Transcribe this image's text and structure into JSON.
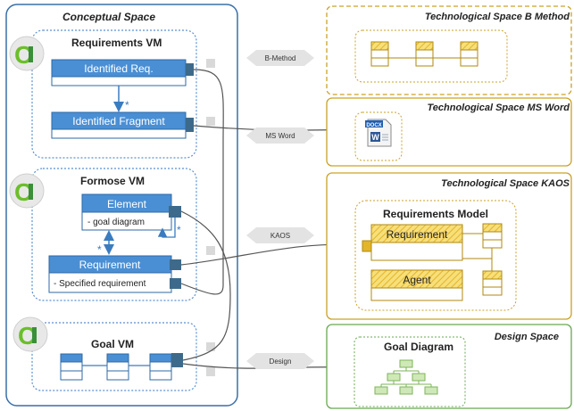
{
  "conceptual_space": {
    "title": "Conceptual Space",
    "requirements_vm": {
      "title": "Requirements VM",
      "identified_req": "Identified Req.",
      "identified_fragment": "Identified Fragment",
      "multiplicity": "*"
    },
    "formose_vm": {
      "title": "Formose VM",
      "element": "Element",
      "element_attr": "- goal diagram",
      "element_multiplicity": "*",
      "requirement": "Requirement",
      "requirement_attr": "- Specified requirement",
      "requirement_multiplicity": "*"
    },
    "goal_vm": {
      "title": "Goal VM"
    }
  },
  "transformations": {
    "b_method": "B-Method",
    "ms_word": "MS Word",
    "kaos": "KAOS",
    "design": "Design"
  },
  "technological_spaces": {
    "b_method": {
      "title": "Technological Space B Method"
    },
    "ms_word": {
      "title": "Technological Space MS Word",
      "file_label": "DOCX",
      "file_glyph": "W"
    },
    "kaos": {
      "title": "Technological Space KAOS",
      "model_title": "Requirements Model",
      "requirement": "Requirement",
      "agent": "Agent"
    },
    "design": {
      "title": "Design Space",
      "diagram_title": "Goal Diagram"
    }
  },
  "colors": {
    "conceptual_border": "#3a6fa8",
    "vm_border": "#5b8fd0",
    "class_fill": "#4a8fd4",
    "connector": "#3d6a8a",
    "tech_border": "#c9a227",
    "design_border": "#6aa84f",
    "hatch": "#f0c419",
    "arrow_fill": "#e3e3e3",
    "logo_green": "#6bbf2a"
  }
}
